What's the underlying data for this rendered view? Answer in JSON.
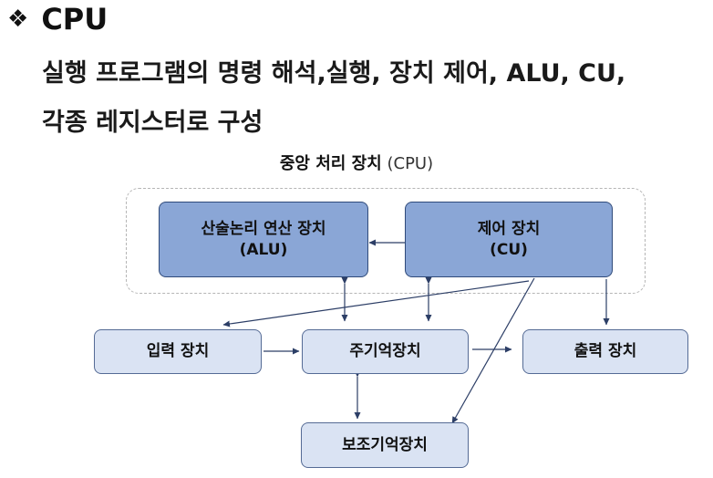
{
  "heading": {
    "bullet": "❖",
    "title": "CPU"
  },
  "description": {
    "line1": "실행 프로그램의 명령 해석,실행, 장치 제어, ALU, CU,",
    "line2": "각종 레지스터로 구성"
  },
  "diagram": {
    "caption_bold": "중앙 처리 장치",
    "caption_paren": "(CPU)",
    "alu": {
      "line1": "산술논리 연산 장치",
      "line2": "(ALU)"
    },
    "cu": {
      "line1": "제어 장치",
      "line2": "(CU)"
    },
    "input": "입력 장치",
    "main_memory": "주기억장치",
    "output": "출력 장치",
    "secondary_memory": "보조기억장치"
  },
  "colors": {
    "cpu_unit_fill": "#8aa6d6",
    "device_fill": "#dae3f3",
    "border": "#2f4a7a",
    "arrow": "#2c3e66"
  }
}
